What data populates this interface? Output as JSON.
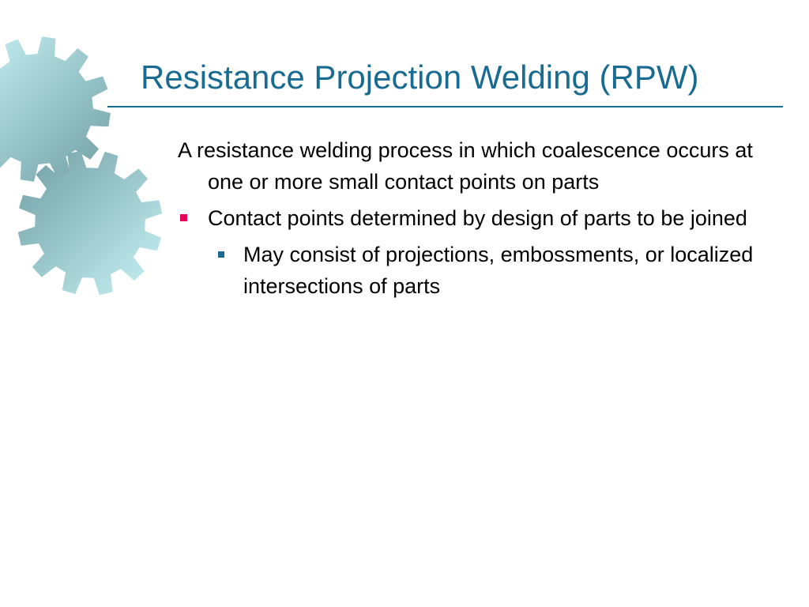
{
  "slide": {
    "title": "Resistance Projection Welding (RPW)",
    "intro": "A resistance welding process in which coalescence occurs at one or more small contact points on parts",
    "bullets": [
      {
        "text": "Contact points determined by design of parts to be joined",
        "sub_bullets": [
          {
            "text": "May consist of projections, embossments, or localized intersections of parts"
          }
        ]
      }
    ]
  },
  "decor": {
    "icon": "gears-icon",
    "bullet_icon": "square-bullet-icon"
  },
  "colors": {
    "title": "#1a6b92",
    "rule": "#1a6b92",
    "bullet_level1": "#e6005c",
    "bullet_level2": "#1a6b92",
    "gear_light": "#c9f3f6",
    "gear_dark": "#6f9ea3"
  }
}
